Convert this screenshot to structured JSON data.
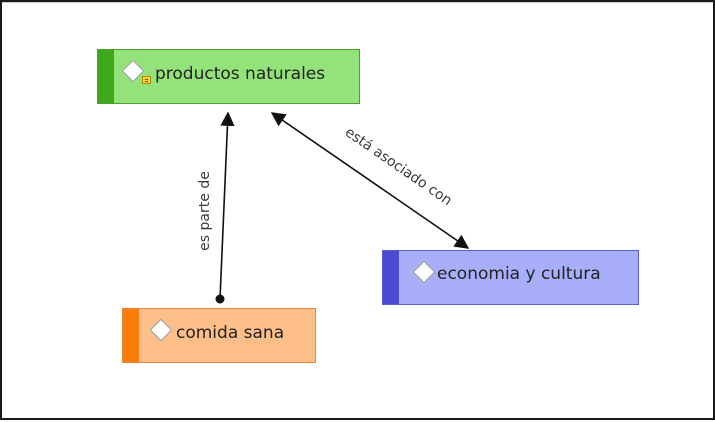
{
  "nodes": {
    "productos": {
      "label": "productos naturales",
      "color": "#93e37a",
      "accent": "#3ea81a",
      "icon": "diamond-icon",
      "has_note": true
    },
    "economia": {
      "label": "economia y cultura",
      "color": "#a9aefa",
      "accent": "#4a4ad4",
      "icon": "diamond-icon"
    },
    "comida": {
      "label": "comida sana",
      "color": "#fdbe8a",
      "accent": "#fa7d0a",
      "icon": "diamond-icon"
    }
  },
  "edges": {
    "es_parte_de": {
      "label": "es parte de",
      "from": "comida sana",
      "to": "productos naturales"
    },
    "asociado": {
      "label": "está asociado con",
      "from": "productos naturales",
      "to": "economia y cultura"
    }
  }
}
